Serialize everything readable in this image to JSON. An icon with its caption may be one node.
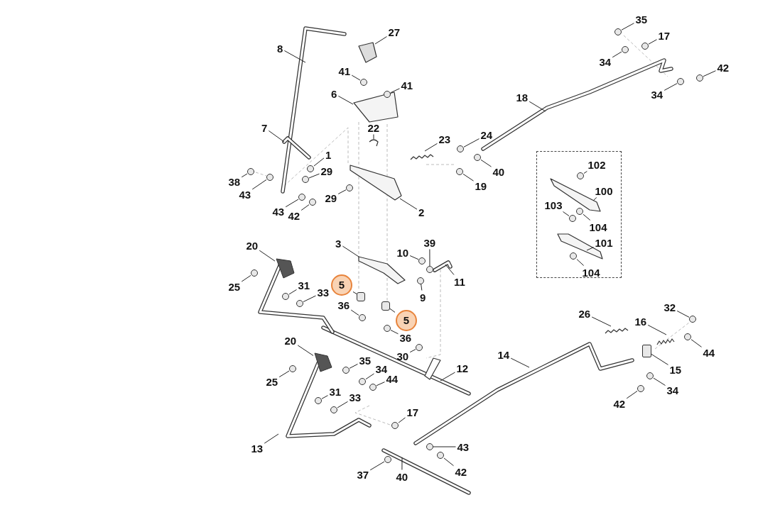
{
  "diagram": {
    "nodes": [
      {
        "text": [
          "8"
        ]
      },
      {
        "text": [
          "27"
        ]
      },
      {
        "text": [
          "41"
        ]
      },
      {
        "text": [
          "41"
        ]
      },
      {
        "text": [
          "6"
        ]
      },
      {
        "text": [
          "7"
        ]
      },
      {
        "text": [
          "22"
        ]
      },
      {
        "text": [
          "23"
        ]
      },
      {
        "text": [
          "24"
        ]
      },
      {
        "text": [
          "1"
        ]
      },
      {
        "text": [
          "29"
        ]
      },
      {
        "text": [
          "38"
        ]
      },
      {
        "text": [
          "43"
        ]
      },
      {
        "text": [
          "29"
        ]
      },
      {
        "text": [
          "43"
        ]
      },
      {
        "text": [
          "42"
        ]
      },
      {
        "text": [
          "2"
        ]
      },
      {
        "text": [
          "19"
        ]
      },
      {
        "text": [
          "40"
        ]
      },
      {
        "text": [
          "18"
        ]
      },
      {
        "text": [
          "35"
        ]
      },
      {
        "text": [
          "17"
        ]
      },
      {
        "text": [
          "34"
        ]
      },
      {
        "text": [
          "42"
        ]
      },
      {
        "text": [
          "34"
        ]
      },
      {
        "text": [],
        "shape": "box"
      },
      {
        "text": [
          "102"
        ],
        "in": 25
      },
      {
        "text": [
          "100"
        ],
        "in": 25
      },
      {
        "text": [
          "103"
        ],
        "in": 25
      },
      {
        "text": [
          "104"
        ],
        "in": 25
      },
      {
        "text": [
          "101"
        ],
        "in": 25
      },
      {
        "text": [
          "104"
        ],
        "in": 25
      },
      {
        "text": [
          "3"
        ]
      },
      {
        "text": [
          "10"
        ]
      },
      {
        "text": [
          "39"
        ]
      },
      {
        "text": [
          "11"
        ]
      },
      {
        "text": [
          "9"
        ]
      },
      {
        "text": [
          "20"
        ]
      },
      {
        "text": [
          "25"
        ]
      },
      {
        "text": [
          "31"
        ]
      },
      {
        "text": [
          "33"
        ]
      },
      {
        "text": [
          "5"
        ]
      },
      {
        "text": [
          "36"
        ]
      },
      {
        "text": [
          "5"
        ]
      },
      {
        "text": [
          "36"
        ]
      },
      {
        "text": [
          "30"
        ]
      },
      {
        "text": [
          "12"
        ]
      },
      {
        "text": [
          "20"
        ]
      },
      {
        "text": [
          "25"
        ]
      },
      {
        "text": [
          "35"
        ]
      },
      {
        "text": [
          "34"
        ]
      },
      {
        "text": [
          "44"
        ]
      },
      {
        "text": [
          "31"
        ]
      },
      {
        "text": [
          "33"
        ]
      },
      {
        "text": [
          "17"
        ]
      },
      {
        "text": [
          "13"
        ]
      },
      {
        "text": [
          "43"
        ]
      },
      {
        "text": [
          "42"
        ]
      },
      {
        "text": [
          "37"
        ]
      },
      {
        "text": [
          "40"
        ]
      },
      {
        "text": [
          "14"
        ]
      },
      {
        "text": [
          "26"
        ]
      },
      {
        "text": [
          "16"
        ]
      },
      {
        "text": [
          "32"
        ]
      },
      {
        "text": [
          "44"
        ]
      },
      {
        "text": [
          "15"
        ]
      },
      {
        "text": [
          "34"
        ]
      },
      {
        "text": [
          "42"
        ]
      },
      {
        "text": [],
        "shape": "circle"
      },
      {
        "text": [],
        "shape": "circle"
      },
      {
        "text": [],
        "shape": "circle"
      },
      {
        "text": [],
        "shape": "circle"
      },
      {
        "text": [],
        "shape": "circle"
      },
      {
        "text": [],
        "shape": "circle"
      },
      {
        "text": [],
        "shape": "circle"
      },
      {
        "text": [],
        "shape": "circle"
      },
      {
        "text": [],
        "shape": "circle"
      },
      {
        "text": [],
        "shape": "circle"
      },
      {
        "text": [],
        "shape": "circle"
      },
      {
        "text": [],
        "shape": "circle"
      },
      {
        "text": [],
        "shape": "circle",
        "in": 25
      },
      {
        "text": [],
        "shape": "circle"
      },
      {
        "text": [],
        "shape": "circle"
      },
      {
        "text": [],
        "shape": "circle"
      },
      {
        "text": [],
        "shape": "circle"
      },
      {
        "text": [],
        "shape": "circle"
      },
      {
        "text": [],
        "shape": "circle",
        "in": 25
      },
      {
        "text": [],
        "shape": "circle",
        "in": 25
      },
      {
        "text": [],
        "shape": "circle",
        "in": 25
      },
      {
        "text": [],
        "shape": "circle"
      },
      {
        "text": [],
        "shape": "circle"
      },
      {
        "text": [],
        "shape": "circle"
      },
      {
        "text": [],
        "shape": "circle"
      },
      {
        "text": [],
        "shape": "circle"
      },
      {
        "text": [],
        "shape": "cylinder"
      },
      {
        "text": [],
        "shape": "circle"
      },
      {
        "text": [],
        "shape": "cylinder"
      },
      {
        "text": [],
        "shape": "circle"
      },
      {
        "text": [],
        "shape": "circle"
      },
      {
        "text": [],
        "shape": "circle"
      },
      {
        "text": [],
        "shape": "circle"
      },
      {
        "text": [],
        "shape": "circle"
      },
      {
        "text": [],
        "shape": "box"
      },
      {
        "text": [],
        "shape": "circle"
      },
      {
        "text": [],
        "shape": "circle"
      },
      {
        "text": [],
        "shape": "circle"
      },
      {
        "text": [],
        "shape": "circle"
      },
      {
        "text": [],
        "shape": "circle"
      },
      {
        "text": [],
        "shape": "circle"
      },
      {
        "text": [],
        "shape": "circle"
      },
      {
        "text": [],
        "shape": "circle"
      },
      {
        "text": [],
        "shape": "circle"
      },
      {
        "text": [],
        "shape": "circle"
      },
      {
        "text": [],
        "shape": "circle"
      },
      {
        "text": [],
        "shape": "circle"
      },
      {
        "text": [],
        "shape": "picture"
      },
      {
        "text": [],
        "shape": "picture"
      }
    ],
    "edges": [
      {
        "from": 0,
        "to": null,
        "arrow": "none"
      },
      {
        "from": 1,
        "to": null,
        "arrow": "none"
      },
      {
        "from": 2,
        "to": 73,
        "arrow": "none"
      },
      {
        "from": 3,
        "to": 74,
        "arrow": "none"
      },
      {
        "from": 4,
        "to": null,
        "arrow": "none"
      },
      {
        "from": 5,
        "to": null,
        "arrow": "none"
      },
      {
        "from": 6,
        "to": null,
        "arrow": "none"
      },
      {
        "from": 7,
        "to": null,
        "arrow": "none"
      },
      {
        "from": 8,
        "to": 75,
        "arrow": "none"
      },
      {
        "from": 9,
        "to": 77,
        "arrow": "none"
      },
      {
        "from": 10,
        "to": 82,
        "arrow": "none"
      },
      {
        "from": 11,
        "to": 78,
        "arrow": "none"
      },
      {
        "from": 12,
        "to": 81,
        "arrow": "none"
      },
      {
        "from": 13,
        "to": 83,
        "arrow": "none"
      },
      {
        "from": 14,
        "to": 84,
        "arrow": "none"
      },
      {
        "from": 15,
        "to": 85,
        "arrow": "none"
      },
      {
        "from": 16,
        "to": null,
        "arrow": "none"
      },
      {
        "from": 17,
        "to": 79,
        "arrow": "none"
      },
      {
        "from": 18,
        "to": 76,
        "arrow": "none"
      },
      {
        "from": 19,
        "to": null,
        "arrow": "none"
      },
      {
        "from": 20,
        "to": 68,
        "arrow": "none"
      },
      {
        "from": 21,
        "to": 69,
        "arrow": "none"
      },
      {
        "from": 22,
        "to": 70,
        "arrow": "none"
      },
      {
        "from": 23,
        "to": 71,
        "arrow": "none"
      },
      {
        "from": 24,
        "to": 72,
        "arrow": "none"
      },
      {
        "from": 26,
        "to": 80,
        "arrow": "none"
      },
      {
        "from": 27,
        "to": null,
        "arrow": "none"
      },
      {
        "from": 28,
        "to": 87,
        "arrow": "none"
      },
      {
        "from": 29,
        "to": 86,
        "arrow": "none"
      },
      {
        "from": 30,
        "to": null,
        "arrow": "none"
      },
      {
        "from": 31,
        "to": 88,
        "arrow": "none"
      },
      {
        "from": 32,
        "to": null,
        "arrow": "none"
      },
      {
        "from": 33,
        "to": 89,
        "arrow": "none"
      },
      {
        "from": 34,
        "to": 90,
        "arrow": "none"
      },
      {
        "from": 35,
        "to": null,
        "arrow": "none"
      },
      {
        "from": 36,
        "to": 92,
        "arrow": "none"
      },
      {
        "from": 37,
        "to": 115,
        "arrow": "none"
      },
      {
        "from": 38,
        "to": 91,
        "arrow": "none"
      },
      {
        "from": 39,
        "to": 93,
        "arrow": "none"
      },
      {
        "from": 40,
        "to": 95,
        "arrow": "none"
      },
      {
        "from": 41,
        "to": 94,
        "arrow": "none"
      },
      {
        "from": 42,
        "to": 97,
        "arrow": "none"
      },
      {
        "from": 43,
        "to": 96,
        "arrow": "none"
      },
      {
        "from": 44,
        "to": 99,
        "arrow": "none"
      },
      {
        "from": 45,
        "to": 101,
        "arrow": "none"
      },
      {
        "from": 46,
        "to": null,
        "arrow": "none"
      },
      {
        "from": 47,
        "to": 116,
        "arrow": "none"
      },
      {
        "from": 48,
        "to": 103,
        "arrow": "none"
      },
      {
        "from": 49,
        "to": 104,
        "arrow": "none"
      },
      {
        "from": 50,
        "to": 106,
        "arrow": "none"
      },
      {
        "from": 51,
        "to": 107,
        "arrow": "none"
      },
      {
        "from": 52,
        "to": 109,
        "arrow": "none"
      },
      {
        "from": 53,
        "to": 110,
        "arrow": "none"
      },
      {
        "from": 54,
        "to": 111,
        "arrow": "none"
      },
      {
        "from": 55,
        "to": null,
        "arrow": "none"
      },
      {
        "from": 56,
        "to": 112,
        "arrow": "none"
      },
      {
        "from": 57,
        "to": 113,
        "arrow": "none"
      },
      {
        "from": 58,
        "to": 114,
        "arrow": "none"
      },
      {
        "from": 59,
        "to": null,
        "arrow": "none"
      },
      {
        "from": 60,
        "to": null,
        "arrow": "none"
      },
      {
        "from": 61,
        "to": null,
        "arrow": "none"
      },
      {
        "from": 62,
        "to": null,
        "arrow": "none"
      },
      {
        "from": 63,
        "to": 98,
        "arrow": "none"
      },
      {
        "from": 64,
        "to": 100,
        "arrow": "none"
      },
      {
        "from": 65,
        "to": 102,
        "arrow": "none"
      },
      {
        "from": 66,
        "to": 105,
        "arrow": "none"
      },
      {
        "from": 67,
        "to": 108,
        "arrow": "none"
      }
    ]
  }
}
